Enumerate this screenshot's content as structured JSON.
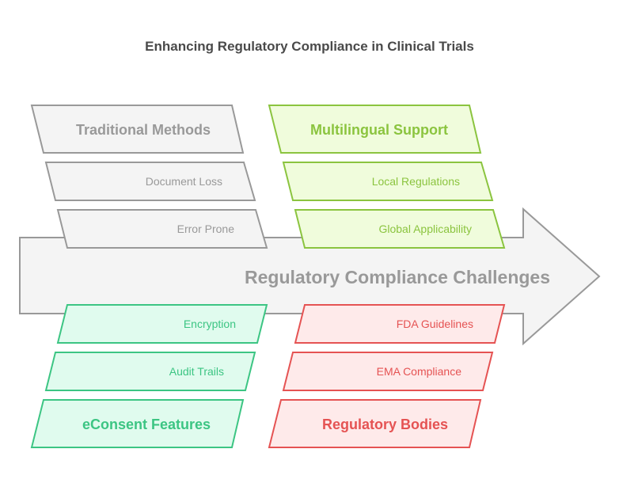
{
  "title": "Enhancing Regulatory Compliance in Clinical Trials",
  "spine": {
    "label": "Regulatory Compliance Challenges",
    "fill": "#f4f4f4",
    "stroke": "#999999",
    "text_color": "#999999"
  },
  "categories": [
    {
      "name": "Traditional Methods",
      "position": "top-left",
      "fill": "#f4f4f4",
      "stroke": "#999999",
      "text_color": "#999999",
      "items": [
        "Document Loss",
        "Error Prone"
      ]
    },
    {
      "name": "Multilingual Support",
      "position": "top-right",
      "fill": "#f0fcdc",
      "stroke": "#8bc43f",
      "text_color": "#8bc43f",
      "items": [
        "Local Regulations",
        "Global Applicability"
      ]
    },
    {
      "name": "eConsent Features",
      "position": "bottom-left",
      "fill": "#e0fbee",
      "stroke": "#3cc583",
      "text_color": "#3cc583",
      "items": [
        "Audit Trails",
        "Encryption"
      ]
    },
    {
      "name": "Regulatory Bodies",
      "position": "bottom-right",
      "fill": "#feeaea",
      "stroke": "#e55353",
      "text_color": "#e55353",
      "items": [
        "EMA Compliance",
        "FDA Guidelines"
      ]
    }
  ]
}
